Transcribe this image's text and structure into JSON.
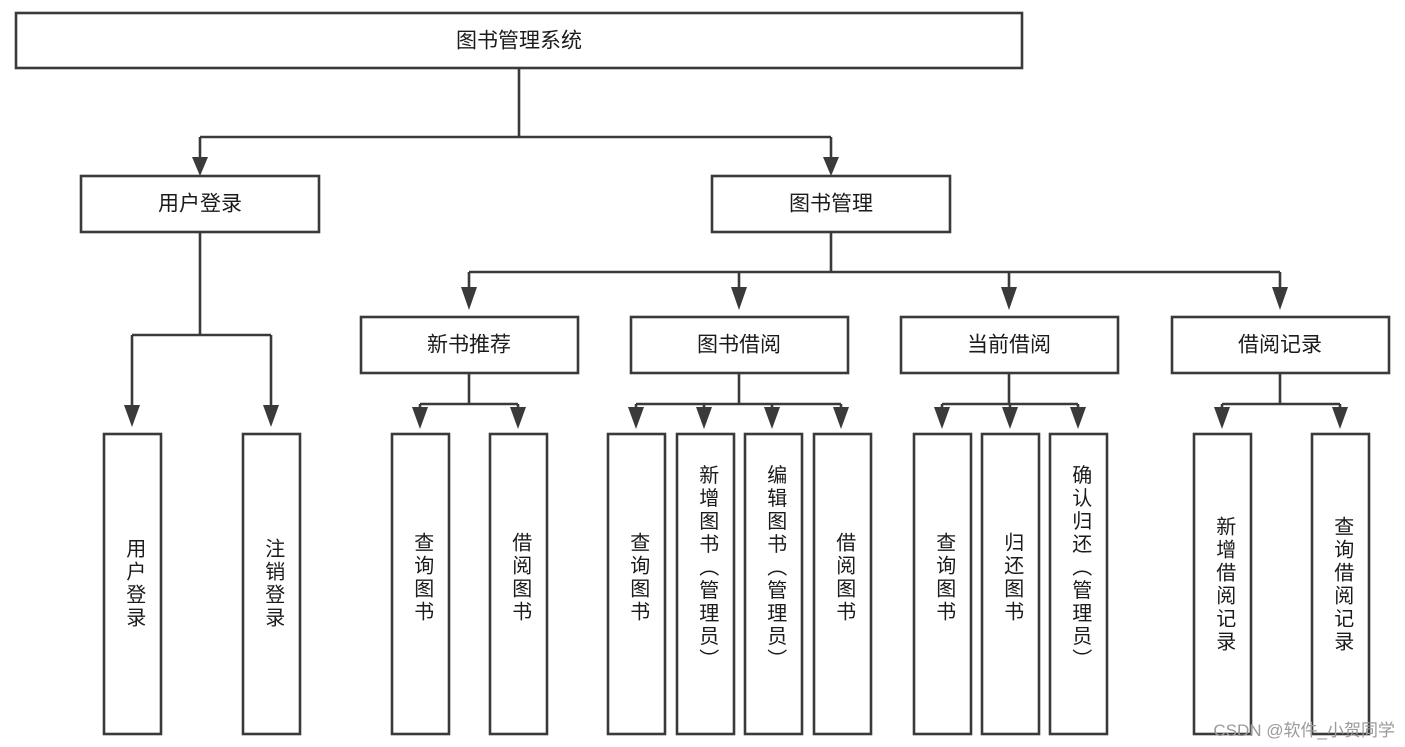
{
  "diagram": {
    "title": "图书管理系统",
    "type": "tree-structure-chart",
    "watermark": "CSDN @软件_小贺同学",
    "root": {
      "id": "root",
      "label": "图书管理系统"
    },
    "level2": [
      {
        "id": "user-login",
        "label": "用户登录"
      },
      {
        "id": "book-manage",
        "label": "图书管理"
      }
    ],
    "level3": [
      {
        "id": "new-book-recommend",
        "label": "新书推荐",
        "parent": "book-manage"
      },
      {
        "id": "book-borrow",
        "label": "图书借阅",
        "parent": "book-manage"
      },
      {
        "id": "current-borrow",
        "label": "当前借阅",
        "parent": "book-manage"
      },
      {
        "id": "borrow-record",
        "label": "借阅记录",
        "parent": "book-manage"
      }
    ],
    "leaves": [
      {
        "id": "leaf-user-login",
        "label": "用户登录",
        "parent": "user-login"
      },
      {
        "id": "leaf-user-logout",
        "label": "注销登录",
        "parent": "user-login"
      },
      {
        "id": "leaf-query-book-1",
        "label": "查询图书",
        "parent": "new-book-recommend"
      },
      {
        "id": "leaf-borrow-book-1",
        "label": "借阅图书",
        "parent": "new-book-recommend"
      },
      {
        "id": "leaf-query-book-2",
        "label": "查询图书",
        "parent": "book-borrow"
      },
      {
        "id": "leaf-add-book",
        "label": "新增图书（管理员）",
        "parent": "book-borrow"
      },
      {
        "id": "leaf-edit-book",
        "label": "编辑图书（管理员）",
        "parent": "book-borrow"
      },
      {
        "id": "leaf-borrow-book-2",
        "label": "借阅图书",
        "parent": "book-borrow"
      },
      {
        "id": "leaf-query-book-3",
        "label": "查询图书",
        "parent": "current-borrow"
      },
      {
        "id": "leaf-return-book",
        "label": "归还图书",
        "parent": "current-borrow"
      },
      {
        "id": "leaf-confirm-return",
        "label": "确认归还（管理员）",
        "parent": "current-borrow"
      },
      {
        "id": "leaf-add-record",
        "label": "新增借阅记录",
        "parent": "borrow-record"
      },
      {
        "id": "leaf-query-record",
        "label": "查询借阅记录",
        "parent": "borrow-record"
      }
    ],
    "colors": {
      "stroke": "#3a3a3a",
      "fill": "#ffffff",
      "text": "#1b1b1b",
      "watermark": "#9a9a9a"
    }
  }
}
